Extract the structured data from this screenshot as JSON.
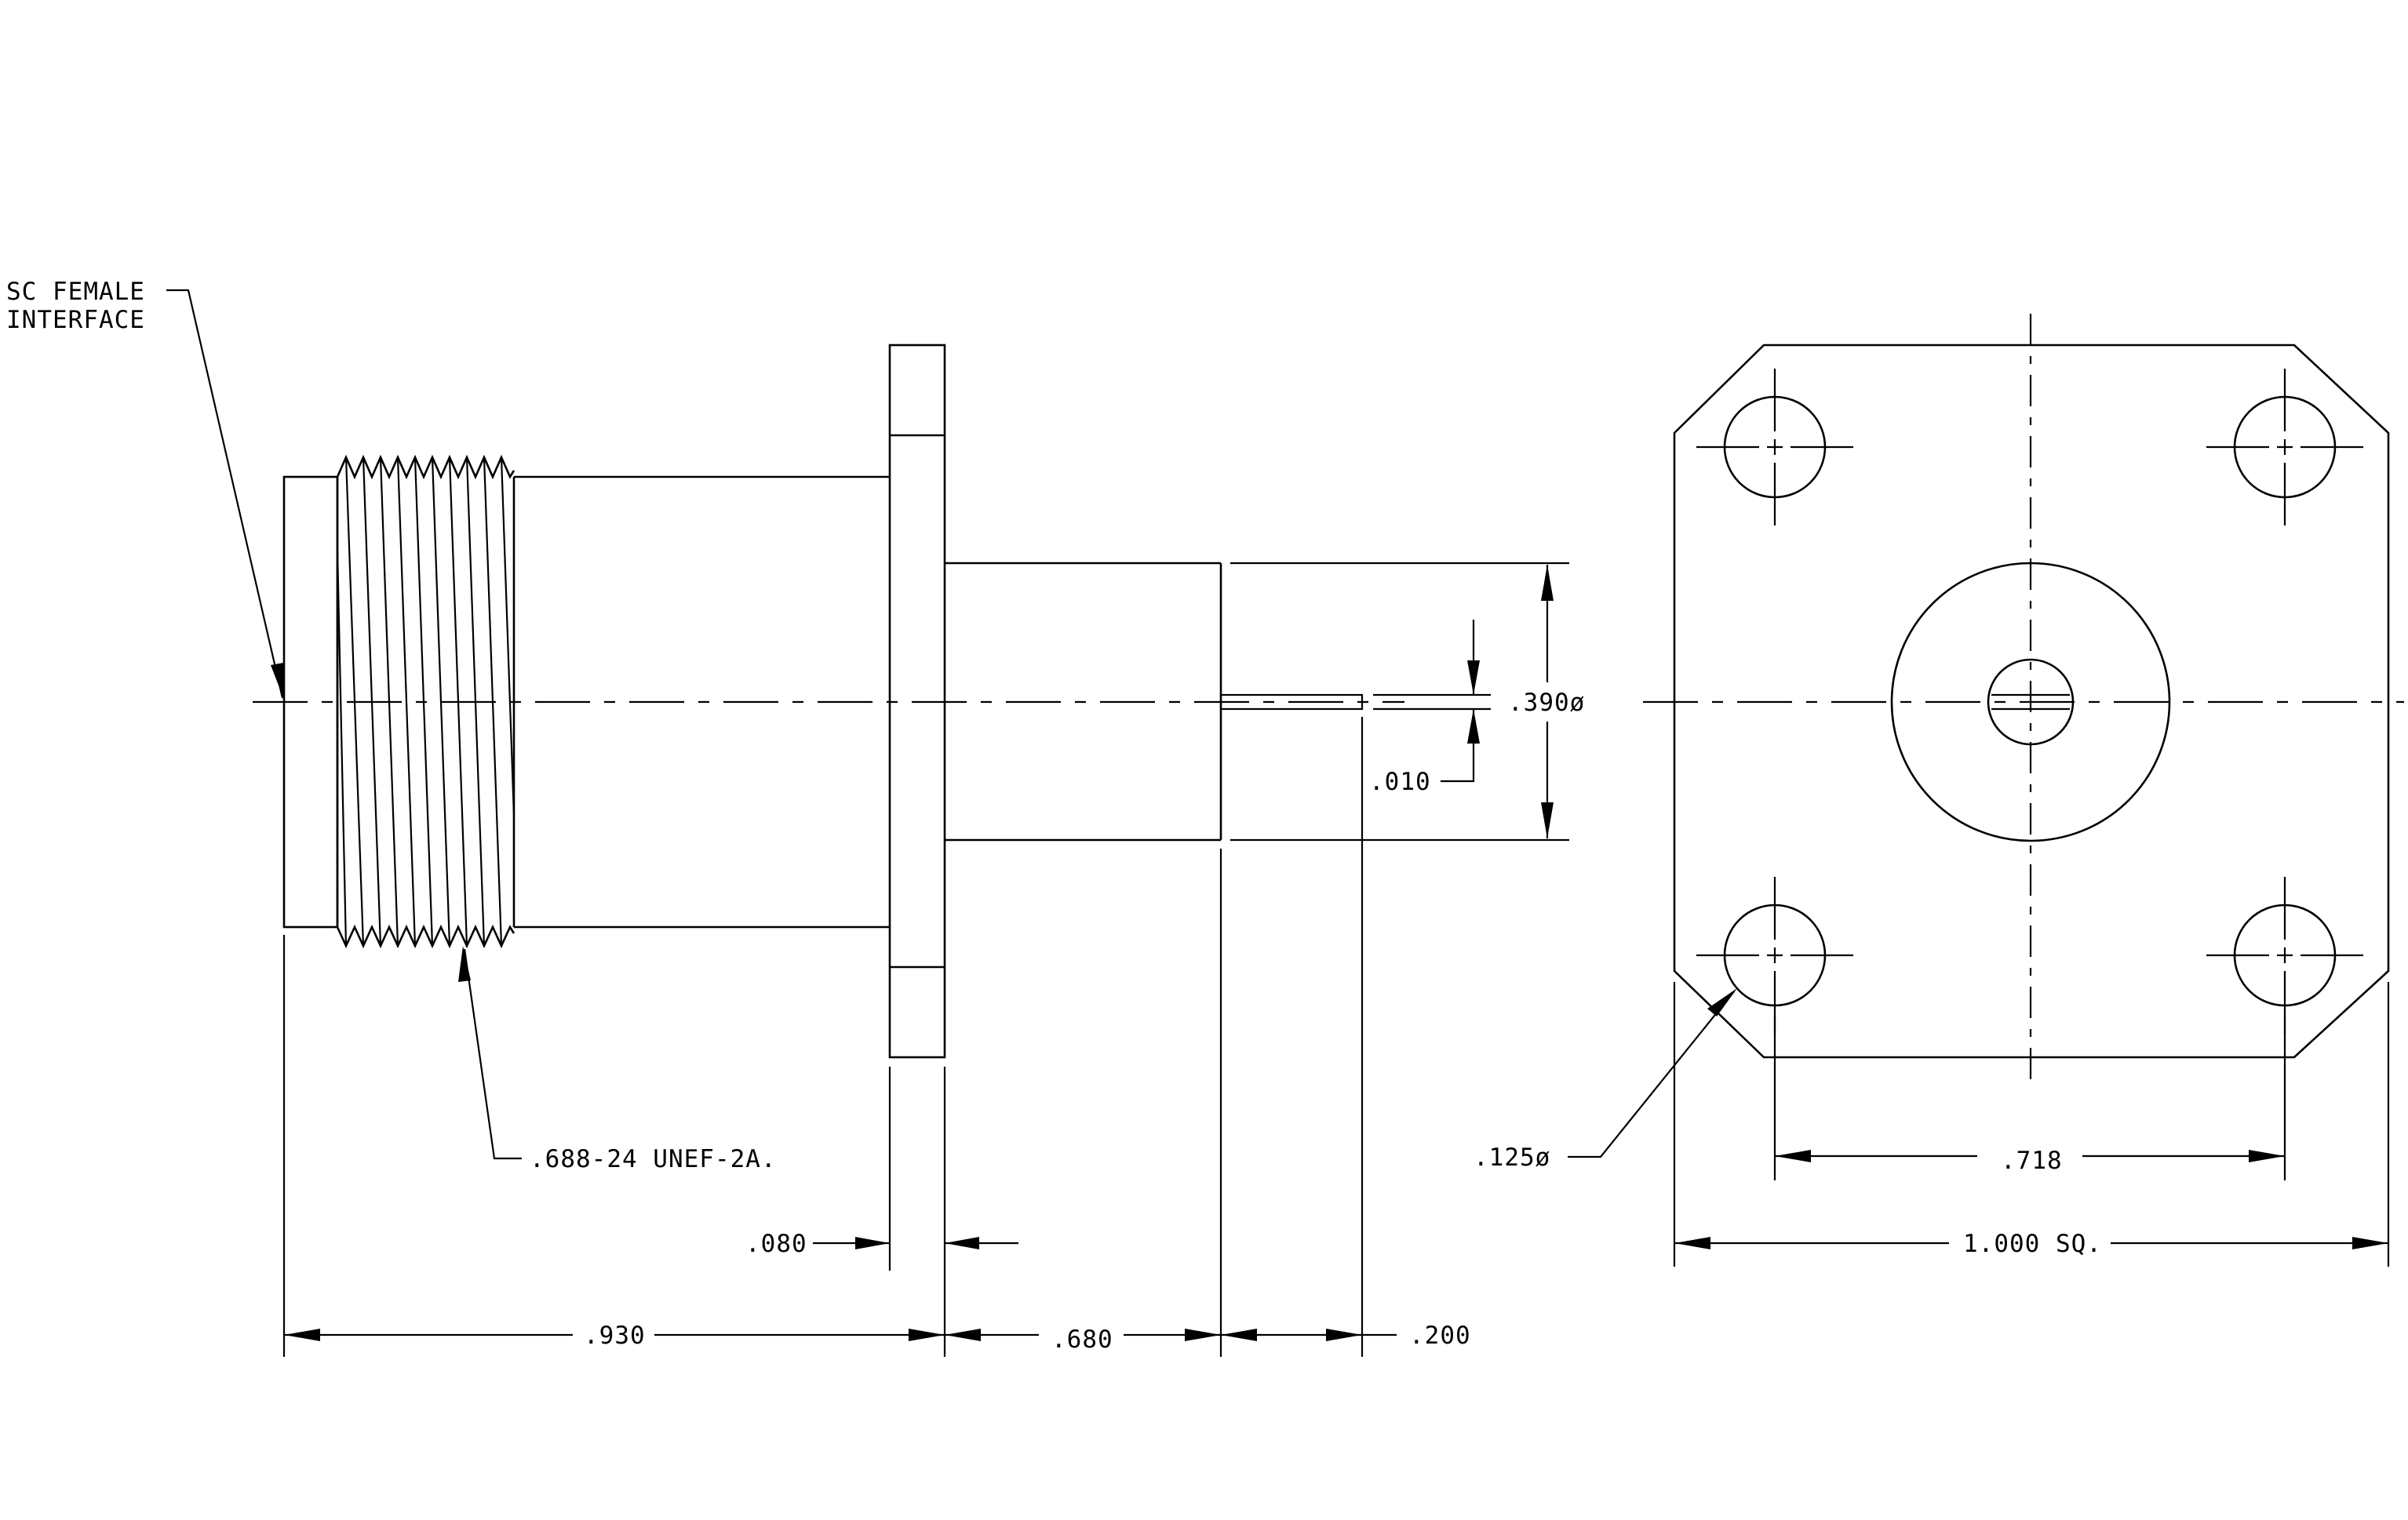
{
  "labels": {
    "interface_line1": "SC FEMALE",
    "interface_line2": "INTERFACE",
    "thread": ".688-24 UNEF-2A.",
    "dim_flange_thickness": ".080",
    "dim_overall_front": ".930",
    "dim_body_length": ".680",
    "dim_pin_extension": ".200",
    "dim_pin_offset": ".010",
    "dim_body_diameter": ".390ø",
    "dim_hole_diameter": ".125ø",
    "dim_hole_spacing": ".718",
    "dim_flange_square": "1.000 SQ."
  },
  "colors": {
    "line": "#000000",
    "background": "#ffffff"
  }
}
